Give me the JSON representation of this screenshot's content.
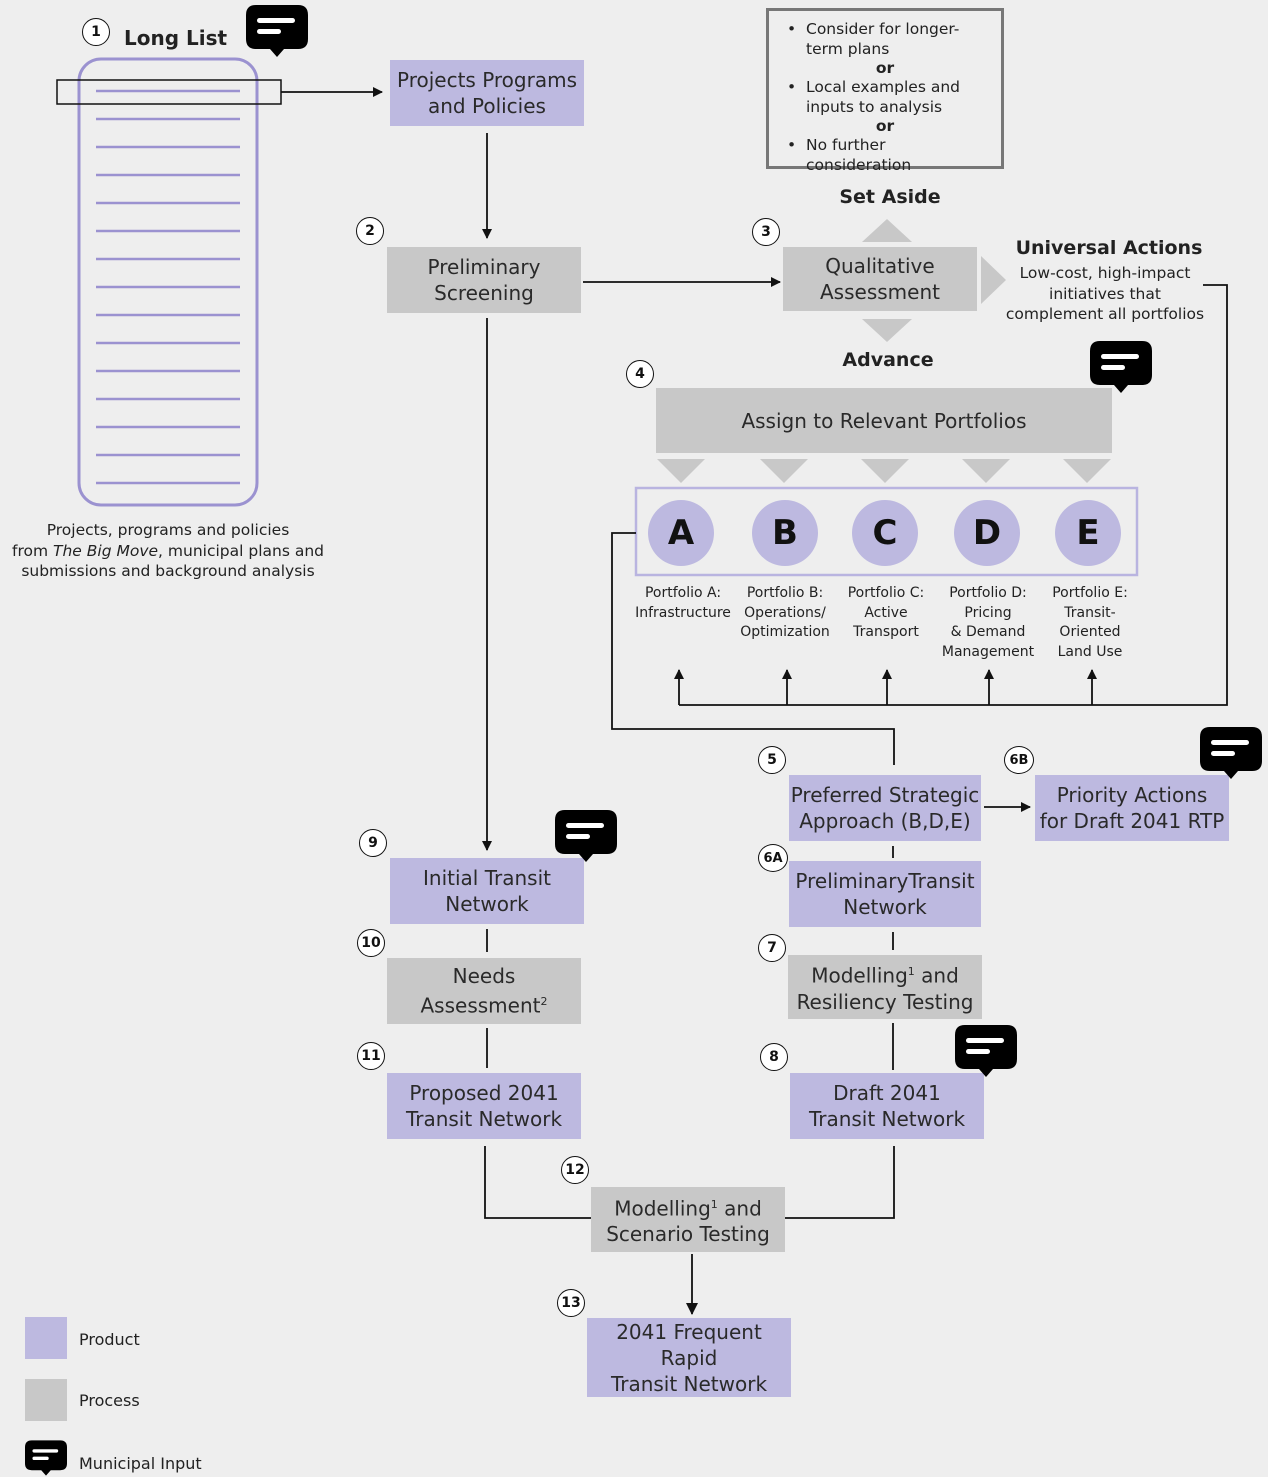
{
  "long_list": {
    "step": "1",
    "title": "Long List",
    "caption_line1": "Projects, programs and policies",
    "caption_line2_prefix": "from ",
    "caption_line2_italic": "The Big Move",
    "caption_line2_suffix": ", municipal plans and",
    "caption_line3": "submissions and background analysis"
  },
  "boxes": {
    "projects": "Projects Programs\nand Policies",
    "preliminary_screening": "Preliminary\nScreening",
    "qualitative": "Qualitative\nAssessment",
    "assign": "Assign to Relevant Portfolios",
    "preferred": "Preferred Strategic\nApproach (B,D,E)",
    "priority": "Priority Actions\nfor Draft 2041 RTP",
    "preliminary_transit": "PreliminaryTransit\nNetwork",
    "modelling_resiliency_a": "Modelling",
    "modelling_resiliency_sup": "1",
    "modelling_resiliency_b": " and\nResiliency Testing",
    "draft": "Draft 2041\nTransit Network",
    "initial": "Initial Transit\nNetwork",
    "needs_a": "Needs\nAssessment",
    "needs_sup": "2",
    "proposed": "Proposed 2041\nTransit Network",
    "modelling_scenario_a": "Modelling",
    "modelling_scenario_sup": "1",
    "modelling_scenario_b": " and\nScenario Testing",
    "frequent": "2041 Frequent Rapid\nTransit Network"
  },
  "steps": [
    "2",
    "3",
    "4",
    "5",
    "6A",
    "6B",
    "7",
    "8",
    "9",
    "10",
    "11",
    "12",
    "13"
  ],
  "set_aside": {
    "title": "Set Aside",
    "items": [
      "Consider for longer-\nterm plans",
      "Local examples and\ninputs to analysis",
      "No further consideration"
    ],
    "separator": "or"
  },
  "advance": "Advance",
  "universal": {
    "title": "Universal Actions",
    "text": "Low-cost, high-impact\ninitiatives that\ncomplement all portfolios"
  },
  "portfolios": [
    {
      "letter": "A",
      "label": "Portfolio A:\nInfrastructure"
    },
    {
      "letter": "B",
      "label": "Portfolio B:\nOperations/\nOptimization"
    },
    {
      "letter": "C",
      "label": "Portfolio C:\nActive\nTransport"
    },
    {
      "letter": "D",
      "label": "Portfolio D:\nPricing\n& Demand\nManagement"
    },
    {
      "letter": "E",
      "label": "Portfolio E:\nTransit-\nOriented\nLand Use"
    }
  ],
  "legend": {
    "product": "Product",
    "process": "Process",
    "municipal": "Municipal Input"
  },
  "colors": {
    "product": "#bdb9e0",
    "process": "#c8c8c8",
    "list_line": "#9b92d0",
    "background": "#eeeeee"
  },
  "icons": [
    "chat-bubble-icon"
  ]
}
